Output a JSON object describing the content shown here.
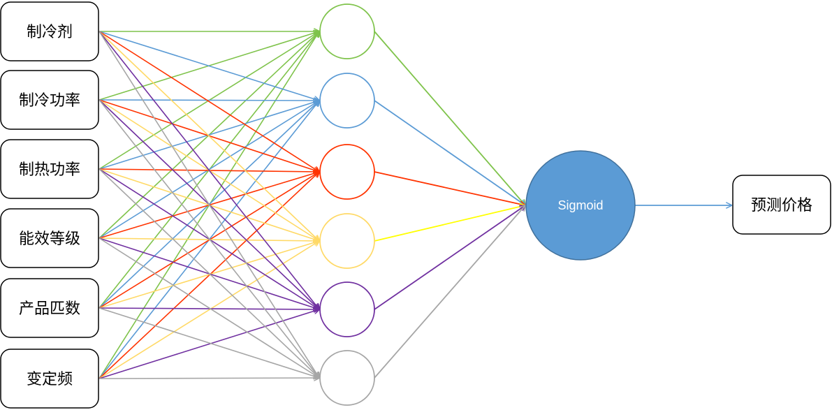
{
  "inputs": [
    {
      "label": "制冷剂"
    },
    {
      "label": "制冷功率"
    },
    {
      "label": "制热功率"
    },
    {
      "label": "能效等级"
    },
    {
      "label": "产品匹数"
    },
    {
      "label": "变定频"
    }
  ],
  "hidden": [
    {
      "color": "#7fc34b"
    },
    {
      "color": "#5b9bd5"
    },
    {
      "color": "#ff3300"
    },
    {
      "color": "#ffd966"
    },
    {
      "color": "#7030a0"
    },
    {
      "color": "#a6a6a6"
    }
  ],
  "hidden_to_sigmoid_colors": [
    "#7fc34b",
    "#5b9bd5",
    "#ff3300",
    "#ffff00",
    "#7030a0",
    "#a6a6a6"
  ],
  "sigmoid": {
    "label": "Sigmoid",
    "fill": "#5b9bd5",
    "stroke": "#41719c"
  },
  "output": {
    "label": "预测价格"
  },
  "output_edge_color": "#5b9bd5"
}
